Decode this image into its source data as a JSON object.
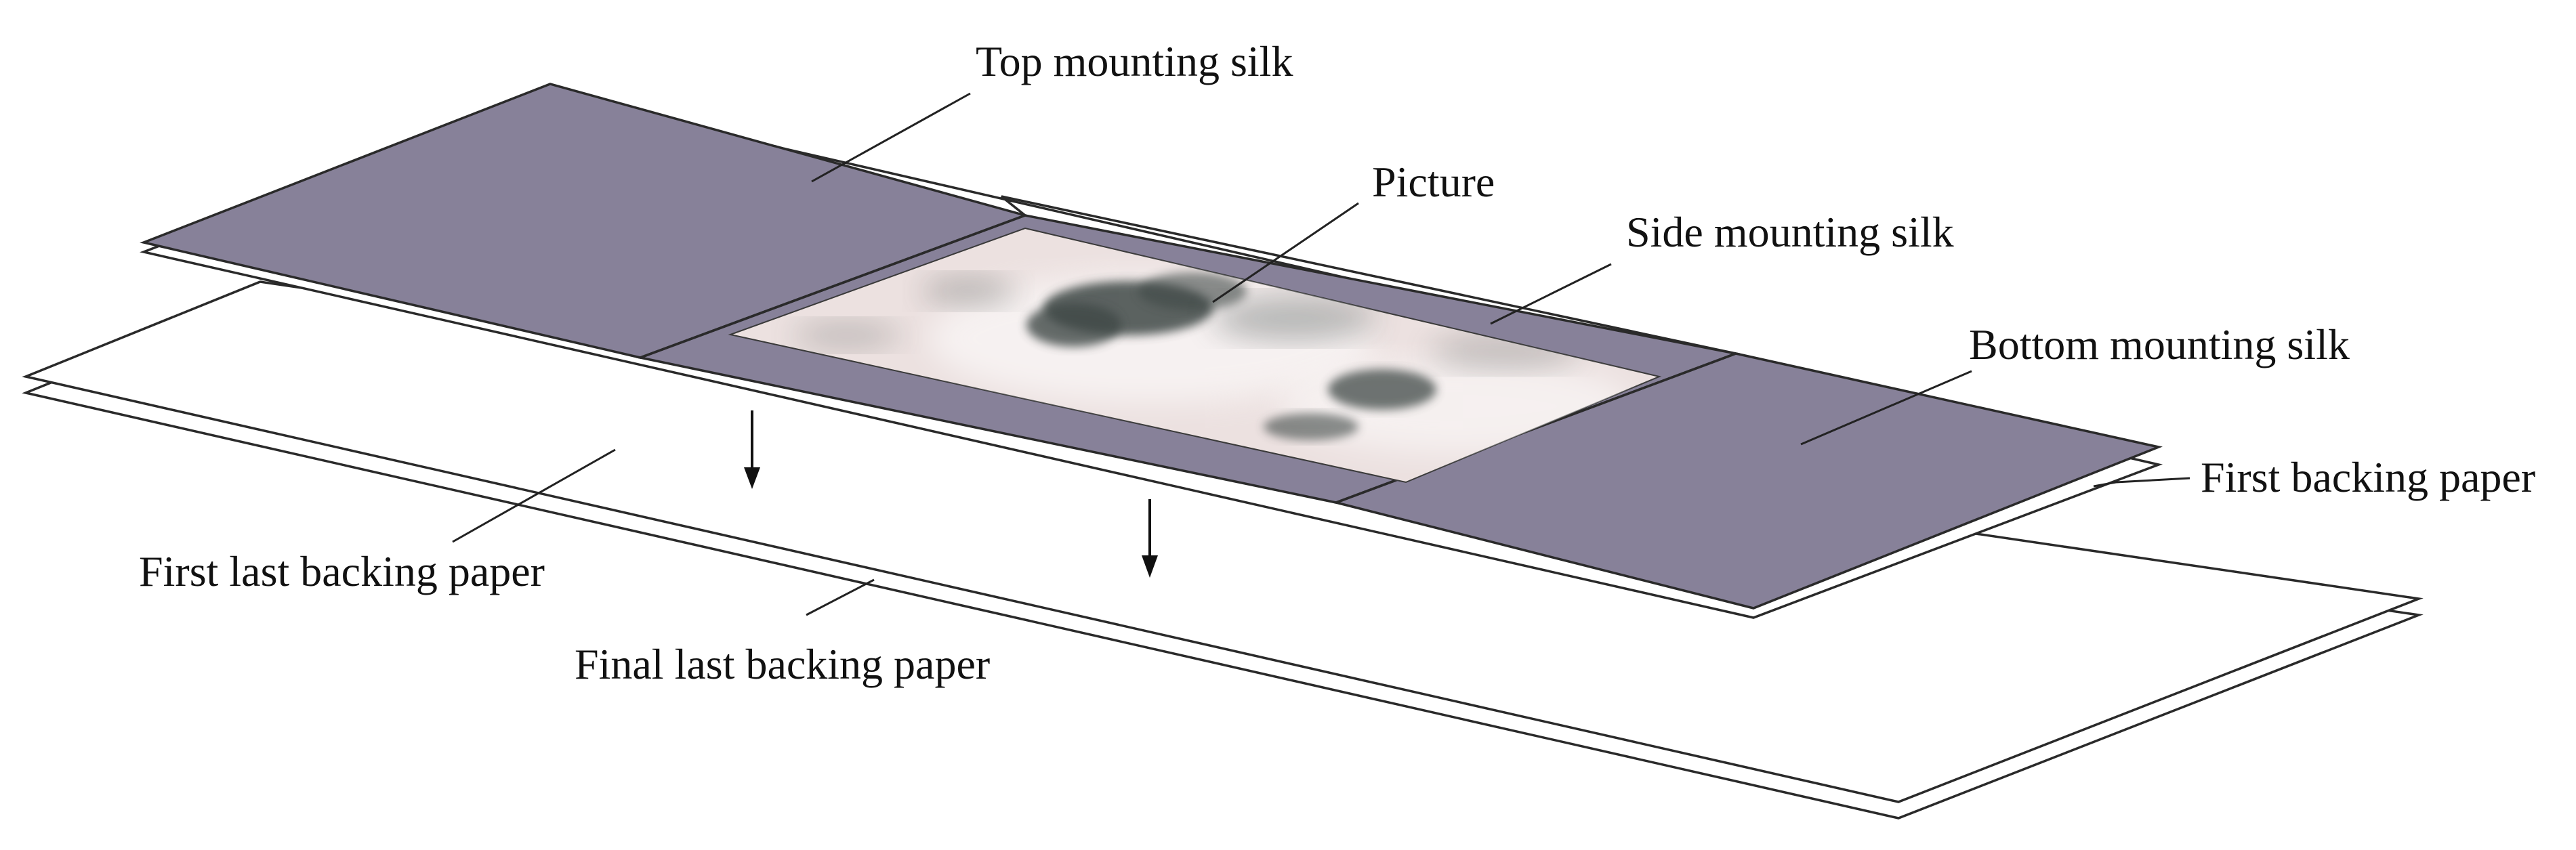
{
  "diagram": {
    "labels": {
      "top_mounting_silk": "Top mounting silk",
      "picture": "Picture",
      "side_mounting_silk": "Side mounting silk",
      "bottom_mounting_silk": "Bottom mounting silk",
      "first_backing_paper": "First backing paper",
      "first_last_backing_paper": "First last backing paper",
      "final_last_backing_paper": "Final last backing paper"
    },
    "colors": {
      "silk": "#878199",
      "silk_edge": "#2a2a2a",
      "picture_base": "#ece1e0",
      "ink": "#3f4a47",
      "paper": "#ffffff"
    }
  }
}
